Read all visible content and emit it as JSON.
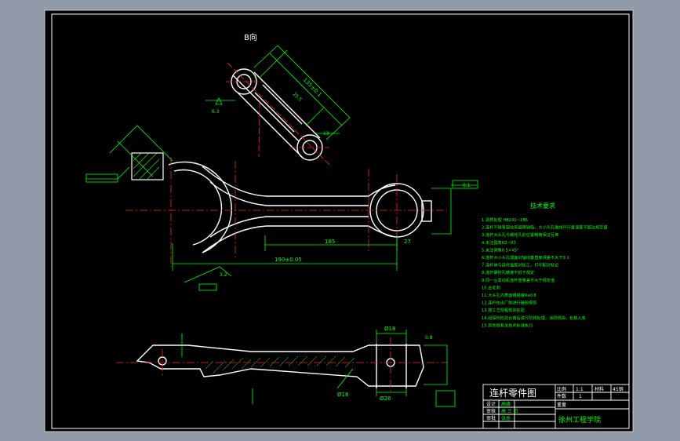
{
  "colors": {
    "background": "#8f99a8",
    "sheet": "#000000",
    "outline": "#ffffff",
    "dimension": "#00ff00",
    "centerline": "#ff2020",
    "hatch": "#00ff00"
  },
  "views": {
    "aux_view_label": "B向"
  },
  "dimensions": {
    "top_length": "135±0.1",
    "top_inner": "25.5",
    "top_small": "13",
    "big_end": "Ø",
    "small_end": "Ø",
    "center_distance": "190±0.05",
    "mid_length": "185",
    "small_width": "27",
    "bottom_small_dia": "Ø18",
    "bottom_big_dia": "Ø26",
    "bottom_gap": "Ø18",
    "tol_right": "0.1",
    "tol_small": "0.8",
    "roughness": "6.3",
    "roughness2": "3.2"
  },
  "tech_requirements": {
    "title": "技术要求",
    "lines": [
      "1.调质处理 HB241~286",
      "2.连杆不得有裂纹夹层等缺陷，大小头孔轴线平行度误差不超过规定值",
      "3.连杆大头孔与螺栓孔的位置精度保证互换",
      "4.未注圆角R2~R3",
      "5.未注倒角0.5×45°",
      "6.连杆大小头孔端面对轴线垂直度误差不大于0.1",
      "7.连杆体与连杆盖配对加工，打印配对标记",
      "8.连杆螺栓孔精度不低于规定",
      "9.同一台发动机连杆重量差不大于规定值",
      "10.去毛刺",
      "11.大头孔内表面粗糙度Ra0.8",
      "12.连杆在出厂前进行磁粉探伤",
      "13.按工艺规程规定检验",
      "14.经探伤检验合格后进行防锈处理，涂防锈油，包装入库",
      "15.其余按有关技术标准执行"
    ]
  },
  "title_block": {
    "drawing_name": "连杆零件图",
    "scale_label": "比例",
    "scale_value": "1:1",
    "material_label": "材料",
    "material_value": "45钢",
    "qty_label": "件数",
    "qty_value": "1",
    "weight_label": "重量",
    "designer_label": "设计",
    "designer_value": "高峰",
    "checker_label": "审核",
    "checker_value": "高 三 石",
    "approver_label": "审批",
    "approver_value": "张总",
    "school": "徐州工程学院"
  }
}
